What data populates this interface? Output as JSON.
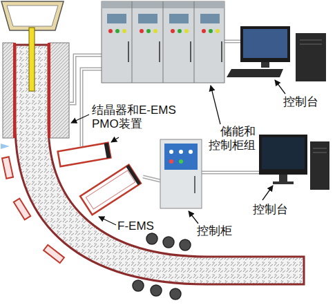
{
  "diagram": {
    "labels": [
      "结晶器和E-EMS PMO装置",
      "储能和 控制柜组",
      "控制台",
      "控制台",
      "F-EMS",
      "控制柜"
    ]
  }
}
